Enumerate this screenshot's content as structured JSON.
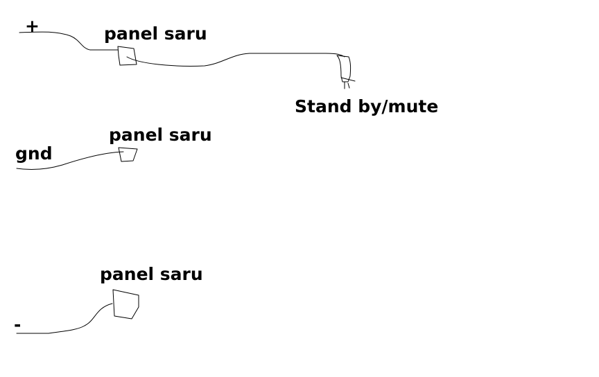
{
  "labels": {
    "plus": "+",
    "gnd": "gnd",
    "minus": "-",
    "panel_1": "panel saru",
    "panel_2": "panel saru",
    "panel_3": "panel saru",
    "standby": "Stand by/mute"
  },
  "colors": {
    "background": "#ffffff",
    "ink": "#000000"
  }
}
